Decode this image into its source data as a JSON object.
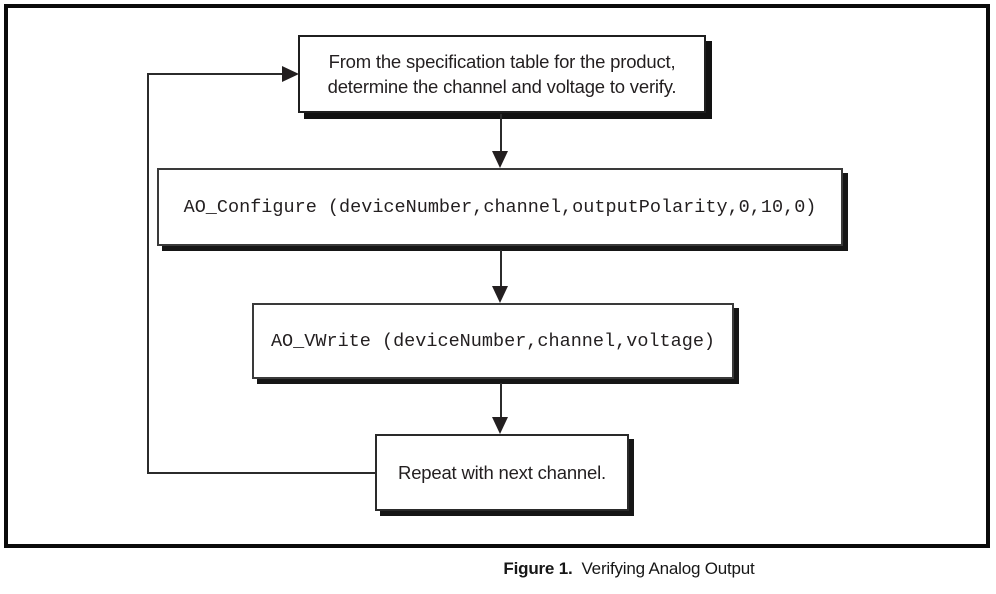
{
  "flowchart": {
    "steps": [
      {
        "type": "text",
        "line1": "From the specification table for the product,",
        "line2": "determine the channel and voltage to verify."
      },
      {
        "type": "code",
        "code": "AO_Configure (deviceNumber,channel,outputPolarity,0,10,0)"
      },
      {
        "type": "code",
        "code": "AO_VWrite (deviceNumber,channel,voltage)"
      },
      {
        "type": "text",
        "text": "Repeat with next channel."
      }
    ],
    "loop": {
      "from": "Repeat with next channel.",
      "to": "From the specification table for the product, determine the channel and voltage to verify."
    }
  },
  "caption": {
    "label": "Figure 1.",
    "text": "Verifying Analog Output"
  },
  "colors": {
    "background": "#ffffff",
    "ink": "#231f20",
    "frame_border": "#0a0a0a",
    "box_border": "#3a3a3a",
    "box_shadow": "#161616",
    "connector": "#2b2b2b"
  }
}
